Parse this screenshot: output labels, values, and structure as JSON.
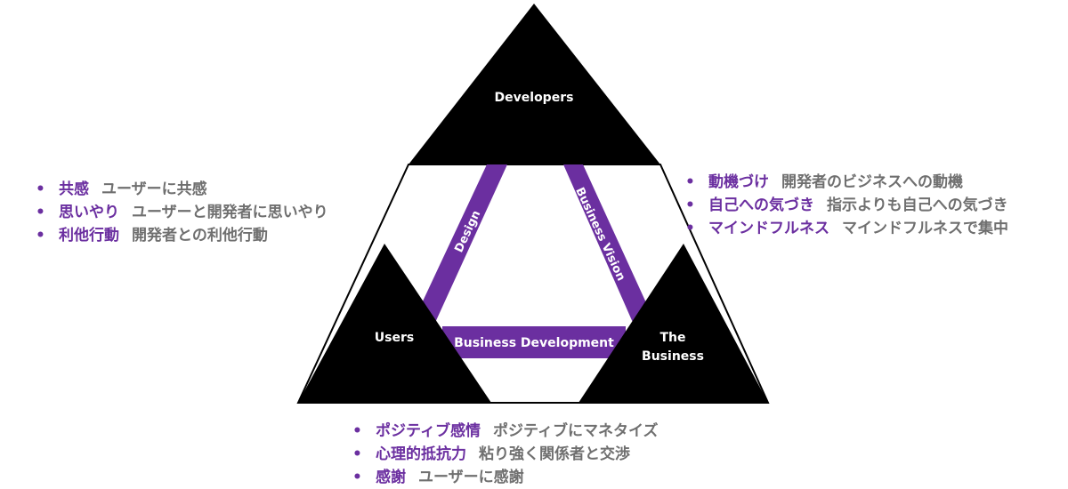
{
  "colors": {
    "triangle": "#000000",
    "band": "#6b2fa0",
    "term": "#6b2fa0",
    "desc": "#6f6f6f"
  },
  "nodes": {
    "developers": "Developers",
    "users": "Users",
    "business_line1": "The",
    "business_line2": "Business"
  },
  "bands": {
    "design": "Design",
    "vision": "Business Vision",
    "development": "Business Development"
  },
  "left_list": [
    {
      "term": "共感",
      "desc": "ユーザーに共感"
    },
    {
      "term": "思いやり",
      "desc": "ユーザーと開発者に思いやり"
    },
    {
      "term": "利他行動",
      "desc": "開発者との利他行動"
    }
  ],
  "right_list": [
    {
      "term": "動機づけ",
      "desc": "開発者のビジネスへの動機"
    },
    {
      "term": "自己への気づき",
      "desc": "指示よりも自己への気づき"
    },
    {
      "term": "マインドフルネス",
      "desc": "マインドフルネスで集中"
    }
  ],
  "bottom_list": [
    {
      "term": "ポジティブ感情",
      "desc": "ポジティブにマネタイズ"
    },
    {
      "term": "心理的抵抗力",
      "desc": "粘り強く関係者と交渉"
    },
    {
      "term": "感謝",
      "desc": "ユーザーに感謝"
    }
  ]
}
